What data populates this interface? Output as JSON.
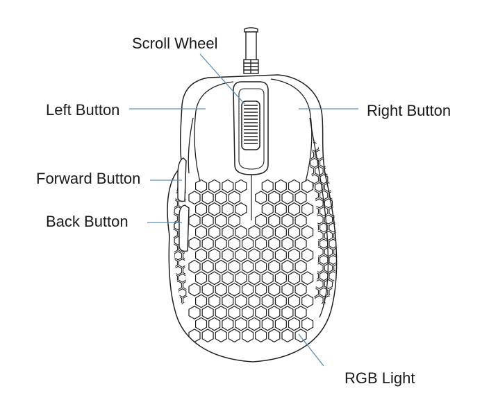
{
  "labels": {
    "scroll_wheel": "Scroll Wheel",
    "left_button": "Left Button",
    "right_button": "Right Button",
    "forward_button": "Forward Button",
    "back_button": "Back Button",
    "rgb_light": "RGB Light"
  },
  "colors": {
    "outline": "#1f1f1f",
    "leader_line": "#5b8fb5",
    "label_text": "#1a1a1a"
  }
}
